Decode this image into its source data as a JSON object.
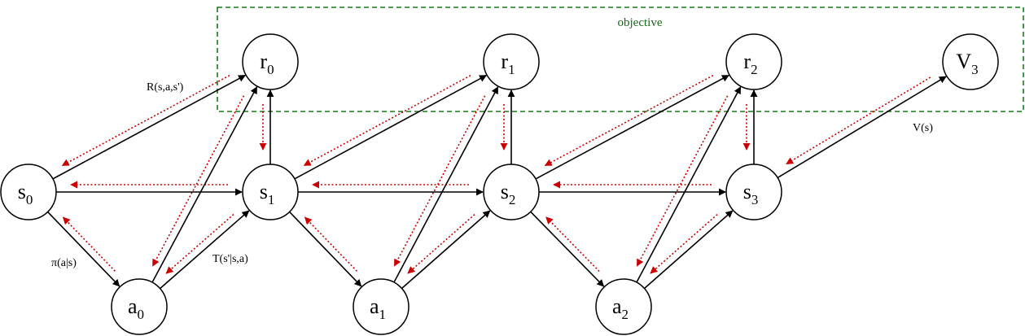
{
  "objective": {
    "label": "objective",
    "color": "#1a7a1a"
  },
  "colors": {
    "edge": "#000000",
    "gradient": "#cc0000"
  },
  "nodes": [
    {
      "id": "r0",
      "base": "r",
      "sub": "0"
    },
    {
      "id": "r1",
      "base": "r",
      "sub": "1"
    },
    {
      "id": "r2",
      "base": "r",
      "sub": "2"
    },
    {
      "id": "V3",
      "base": "V",
      "sub": "3"
    },
    {
      "id": "s0",
      "base": "s",
      "sub": "0"
    },
    {
      "id": "s1",
      "base": "s",
      "sub": "1"
    },
    {
      "id": "s2",
      "base": "s",
      "sub": "2"
    },
    {
      "id": "s3",
      "base": "s",
      "sub": "3"
    },
    {
      "id": "a0",
      "base": "a",
      "sub": "0"
    },
    {
      "id": "a1",
      "base": "a",
      "sub": "1"
    },
    {
      "id": "a2",
      "base": "a",
      "sub": "2"
    }
  ],
  "edges": [
    [
      "s0",
      "s1"
    ],
    [
      "s1",
      "s2"
    ],
    [
      "s2",
      "s3"
    ],
    [
      "s0",
      "a0"
    ],
    [
      "s1",
      "a1"
    ],
    [
      "s2",
      "a2"
    ],
    [
      "a0",
      "s1"
    ],
    [
      "a1",
      "s2"
    ],
    [
      "a2",
      "s3"
    ],
    [
      "s0",
      "r0"
    ],
    [
      "s1",
      "r1"
    ],
    [
      "s2",
      "r2"
    ],
    [
      "a0",
      "r0"
    ],
    [
      "a1",
      "r1"
    ],
    [
      "a2",
      "r2"
    ],
    [
      "s1",
      "r0"
    ],
    [
      "s2",
      "r1"
    ],
    [
      "s3",
      "r2"
    ],
    [
      "s3",
      "V3"
    ]
  ],
  "gradient_edges": [
    [
      "s1",
      "s0"
    ],
    [
      "s2",
      "s1"
    ],
    [
      "s3",
      "s2"
    ],
    [
      "a0",
      "s0"
    ],
    [
      "a1",
      "s1"
    ],
    [
      "a2",
      "s2"
    ],
    [
      "s1",
      "a0"
    ],
    [
      "s2",
      "a1"
    ],
    [
      "s3",
      "a2"
    ],
    [
      "r0",
      "s0"
    ],
    [
      "r1",
      "s1"
    ],
    [
      "r2",
      "s2"
    ],
    [
      "r0",
      "a0"
    ],
    [
      "r1",
      "a1"
    ],
    [
      "r2",
      "a2"
    ],
    [
      "r0",
      "s1"
    ],
    [
      "r1",
      "s2"
    ],
    [
      "r2",
      "s3"
    ],
    [
      "V3",
      "s3"
    ]
  ],
  "edge_labels": {
    "reward": "R(s,a,s')",
    "policy": "π(a|s)",
    "transition": "T(s'|s,a)",
    "value": "V(s)"
  }
}
